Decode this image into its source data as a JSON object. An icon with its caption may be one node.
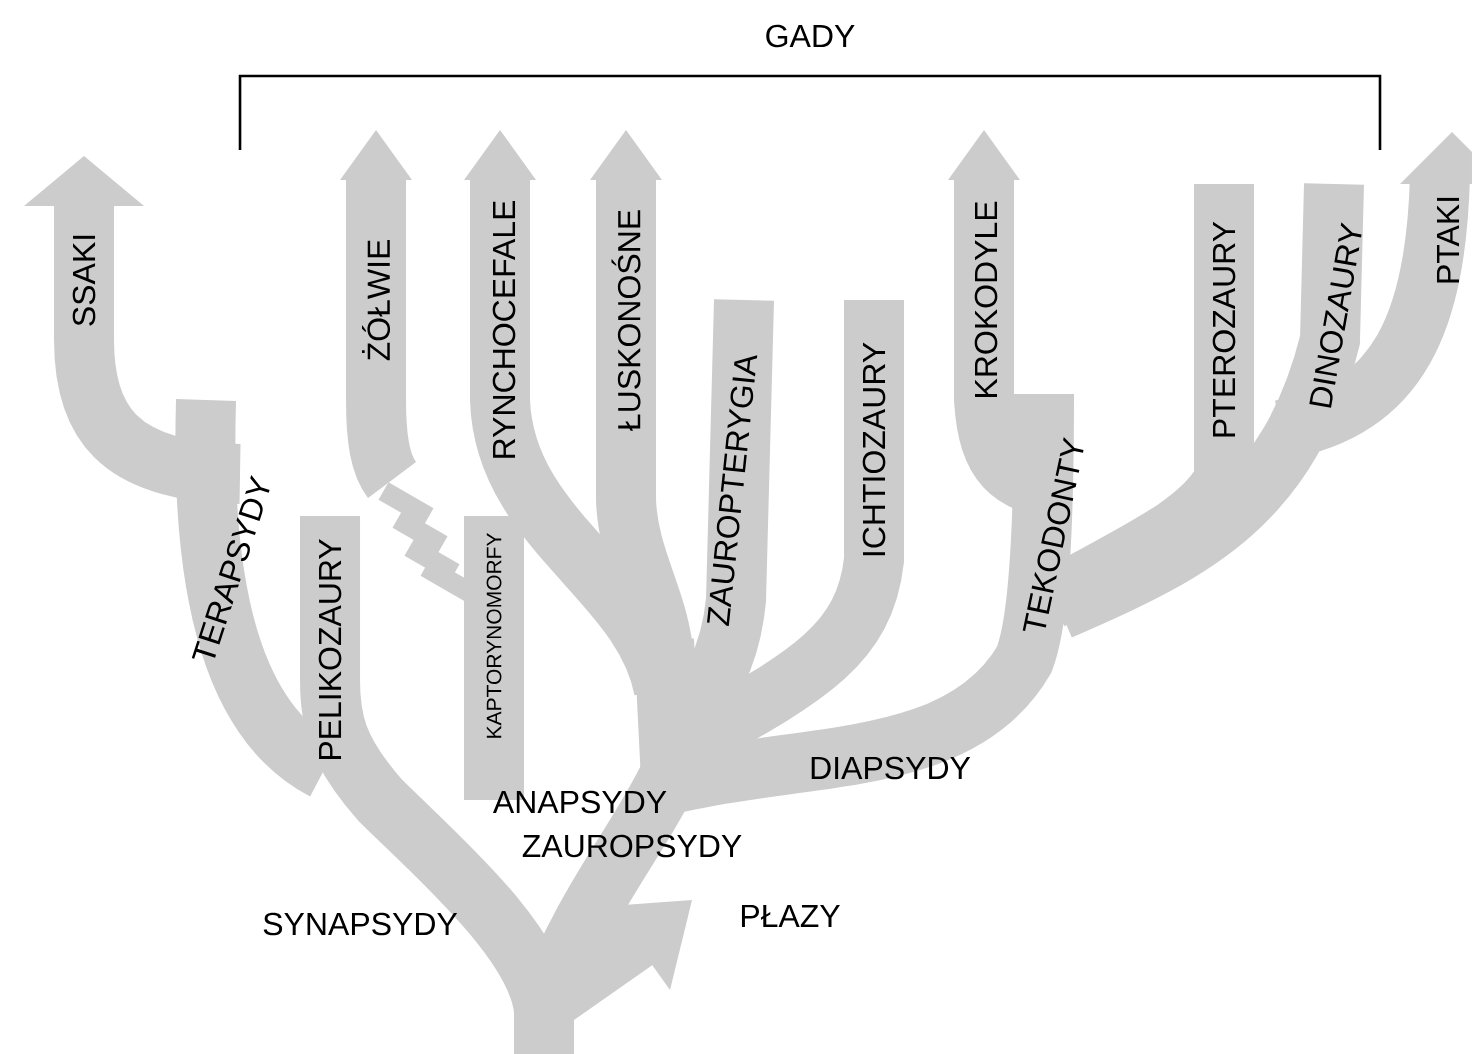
{
  "diagram": {
    "labels": [
      "GADY",
      "SSAKI",
      "ŻÓŁWIE",
      "RYNCHOCEFALE",
      "ŁUSKONOŚNE",
      "KROKODYLE",
      "PTEROZAURY",
      "DINOZAURY",
      "PTAKI",
      "ZAUROPTERYGIA",
      "TERAPSYDY",
      "ICHTIOZAURY",
      "TEKODONTY",
      "PELIKOZAURY",
      "KAPTORYNOMORFY",
      "DIAPSYDY",
      "ANAPSYDY",
      "ZAUROPSYDY",
      "SYNAPSYDY",
      "PŁAZY"
    ]
  }
}
